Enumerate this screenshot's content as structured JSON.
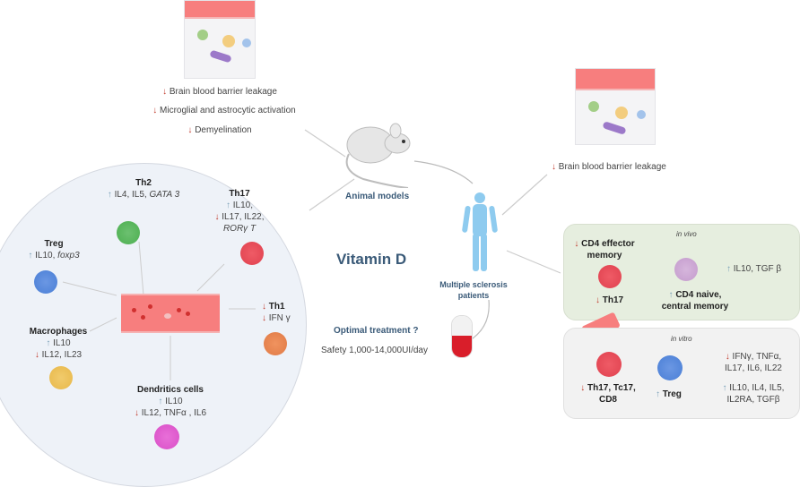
{
  "title": "Vitamin D",
  "top_brain_tile": {
    "effects": [
      {
        "arrow": "↓",
        "text": "Brain blood barrier leakage"
      },
      {
        "arrow": "↓",
        "text": "Microglial and astrocytic activation"
      },
      {
        "arrow": "↓",
        "text": "Demyelination"
      }
    ]
  },
  "animal_models": {
    "label": "Animal models"
  },
  "patients": {
    "label_line1": "Multiple sclerosis",
    "label_line2": "patients"
  },
  "right_brain_tile": {
    "effect": {
      "arrow": "↓",
      "text": "Brain blood barrier leakage"
    }
  },
  "treatment": {
    "question": "Optimal treatment ?",
    "safety": "Safety 1,000-14,000UI/day"
  },
  "immune_circle": {
    "cells": [
      {
        "name": "Th2",
        "up": "↑",
        "lines": [
          "IL4, IL5, "
        ],
        "italic": "GATA 3",
        "color": "#4caf50"
      },
      {
        "name": "Th17",
        "line1_arrow": "↑",
        "line1": "IL10,",
        "line2_arrow": "↓",
        "line2": "IL17, IL22,",
        "line3": "RORγ T",
        "color": "#e0414f"
      },
      {
        "name": "Treg",
        "arrow": "↑",
        "text": "IL10, ",
        "italic": "foxp3",
        "color": "#4a7fd6"
      },
      {
        "name": "Th1",
        "arrow_name": "↓",
        "arrow": "↓",
        "text": "IFN γ",
        "color": "#e07a45"
      },
      {
        "name": "Macrophages",
        "line1_arrow": "↑",
        "line1": "IL10",
        "line2_arrow": "↓",
        "line2": "IL12,  IL23",
        "color": "#e8b84a"
      },
      {
        "name": "Dendritics cells",
        "line1_arrow": "↑",
        "line1": "IL10",
        "line2_arrow": "↓",
        "line2": "IL12,  TNFα , IL6",
        "color": "#d94fc7"
      }
    ]
  },
  "in_vivo_panel": {
    "label": "in vivo",
    "effector": {
      "arrow": "↓",
      "line1": "CD4 effector",
      "line2": "memory"
    },
    "th17": {
      "arrow": "↓",
      "text": "Th17"
    },
    "naive": {
      "arrow": "↑",
      "line1": "CD4 naive,",
      "line2": "central memory"
    },
    "cytokines": {
      "arrow": "↑",
      "text": "IL10, TGF β"
    }
  },
  "in_vitro_panel": {
    "label": "in vitro",
    "cells_down": {
      "arrow": "↓",
      "line1": "Th17, Tc17,",
      "line2": "CD8"
    },
    "treg": {
      "arrow": "↑",
      "text": "Treg"
    },
    "down_cytokines": {
      "arrow": "↓",
      "line1": "IFNγ, TNFα,",
      "line2": "IL17, IL6, IL22"
    },
    "up_cytokines": {
      "arrow": "↑",
      "line1": "IL10, IL4, IL5,",
      "line2": "IL2RA, TGFβ"
    }
  },
  "colors": {
    "circle_bg": "#eef2f8",
    "in_vivo_bg": "#e6eedf",
    "in_vitro_bg": "#f2f2f2",
    "vessel": "#f47b7b",
    "human": "#8ecbef",
    "title": "#3a5a78"
  }
}
